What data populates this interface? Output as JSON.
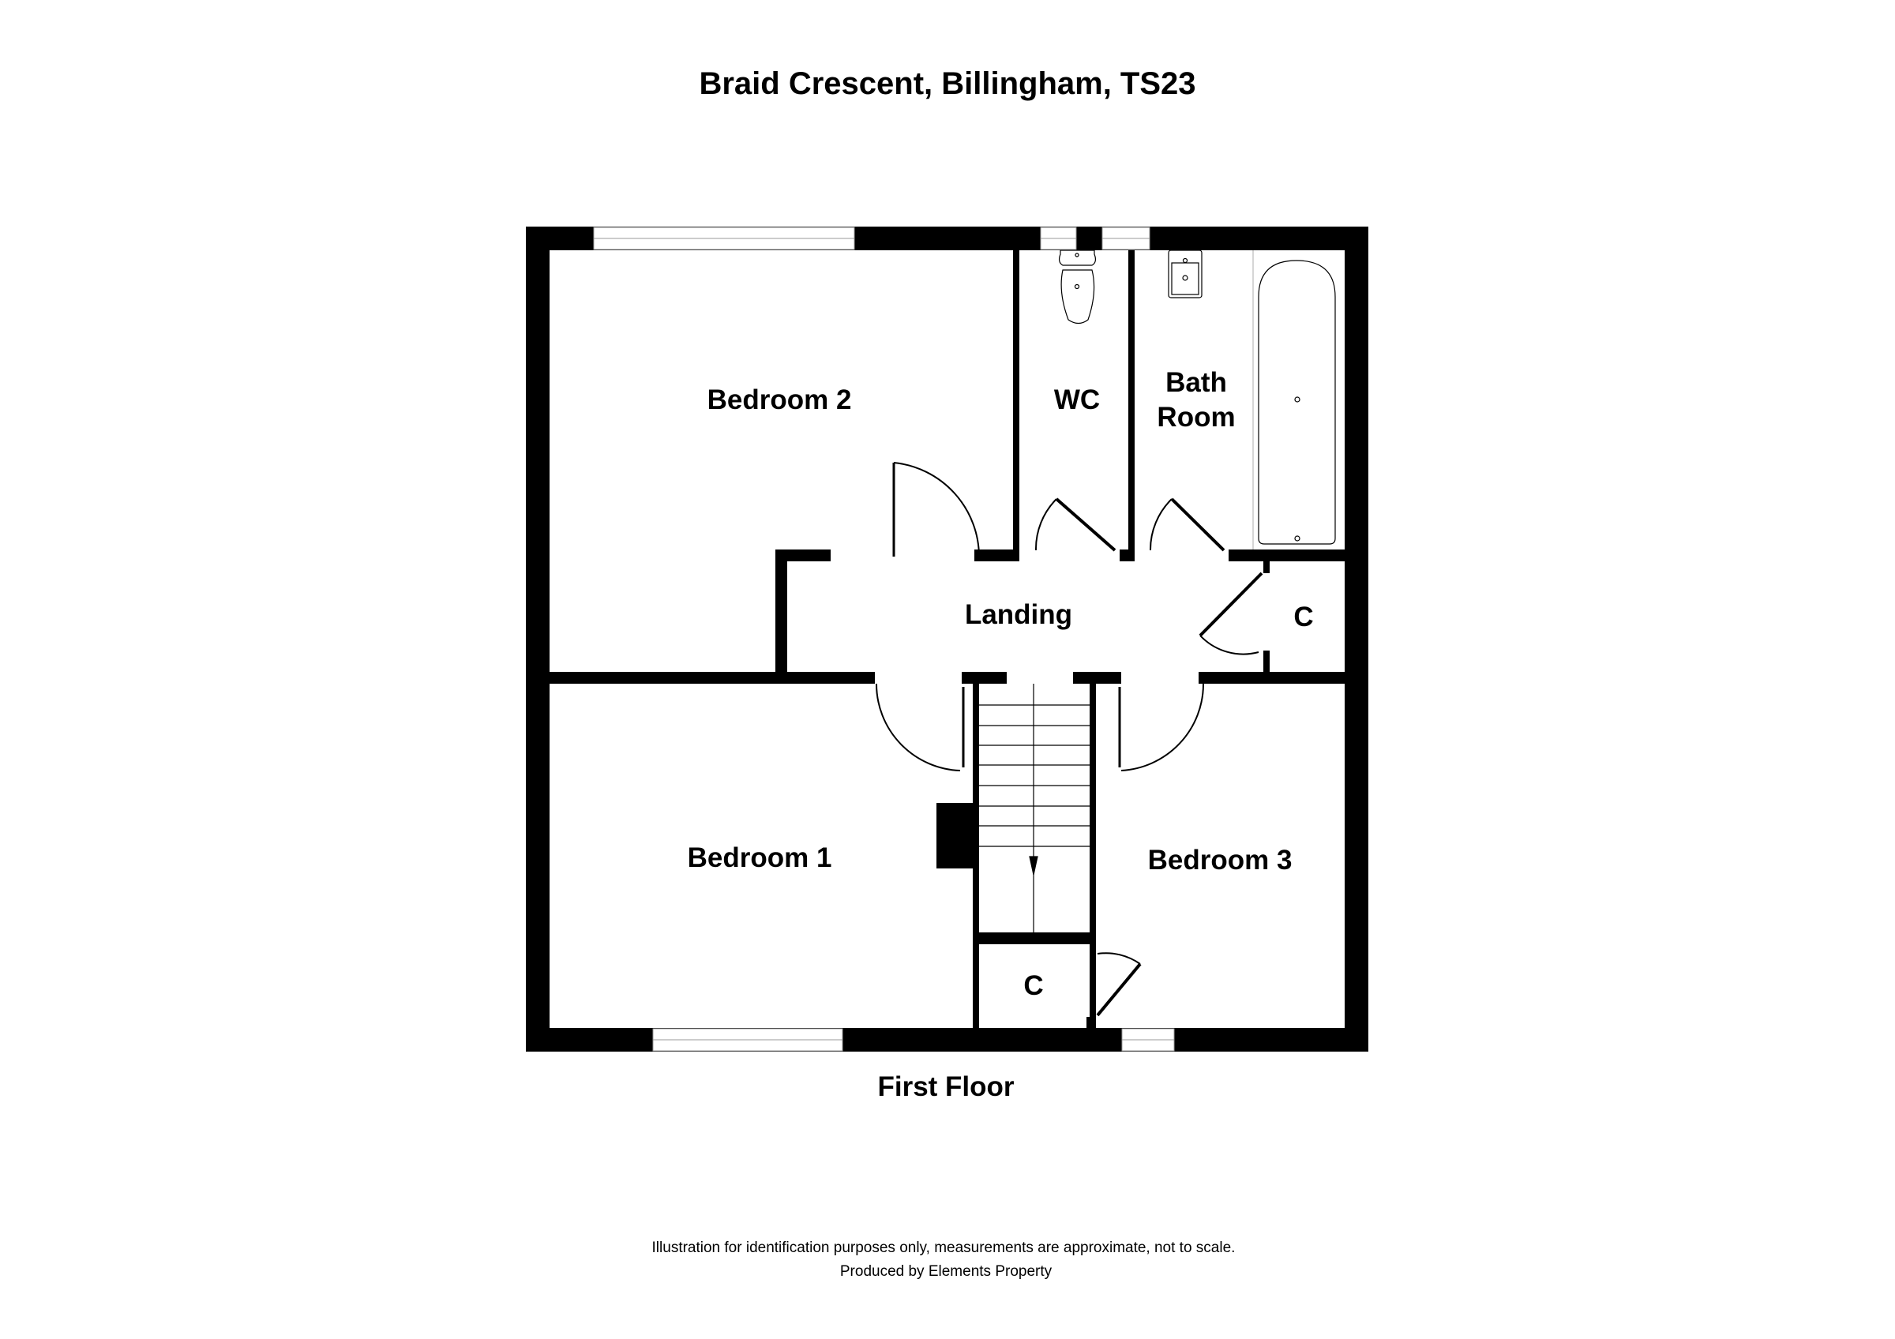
{
  "title": "Braid Crescent, Billingham, TS23",
  "floor_label": "First Floor",
  "rooms": {
    "bedroom2": "Bedroom 2",
    "wc": "WC",
    "bathroom_line1": "Bath",
    "bathroom_line2": "Room",
    "landing": "Landing",
    "cupboard_landing": "C",
    "bedroom1": "Bedroom 1",
    "bedroom3": "Bedroom 3",
    "cupboard_bedroom3": "C"
  },
  "footer": {
    "disclaimer": "Illustration for identification purposes only, measurements are approximate, not to scale.",
    "producer": "Produced by Elements Property"
  }
}
